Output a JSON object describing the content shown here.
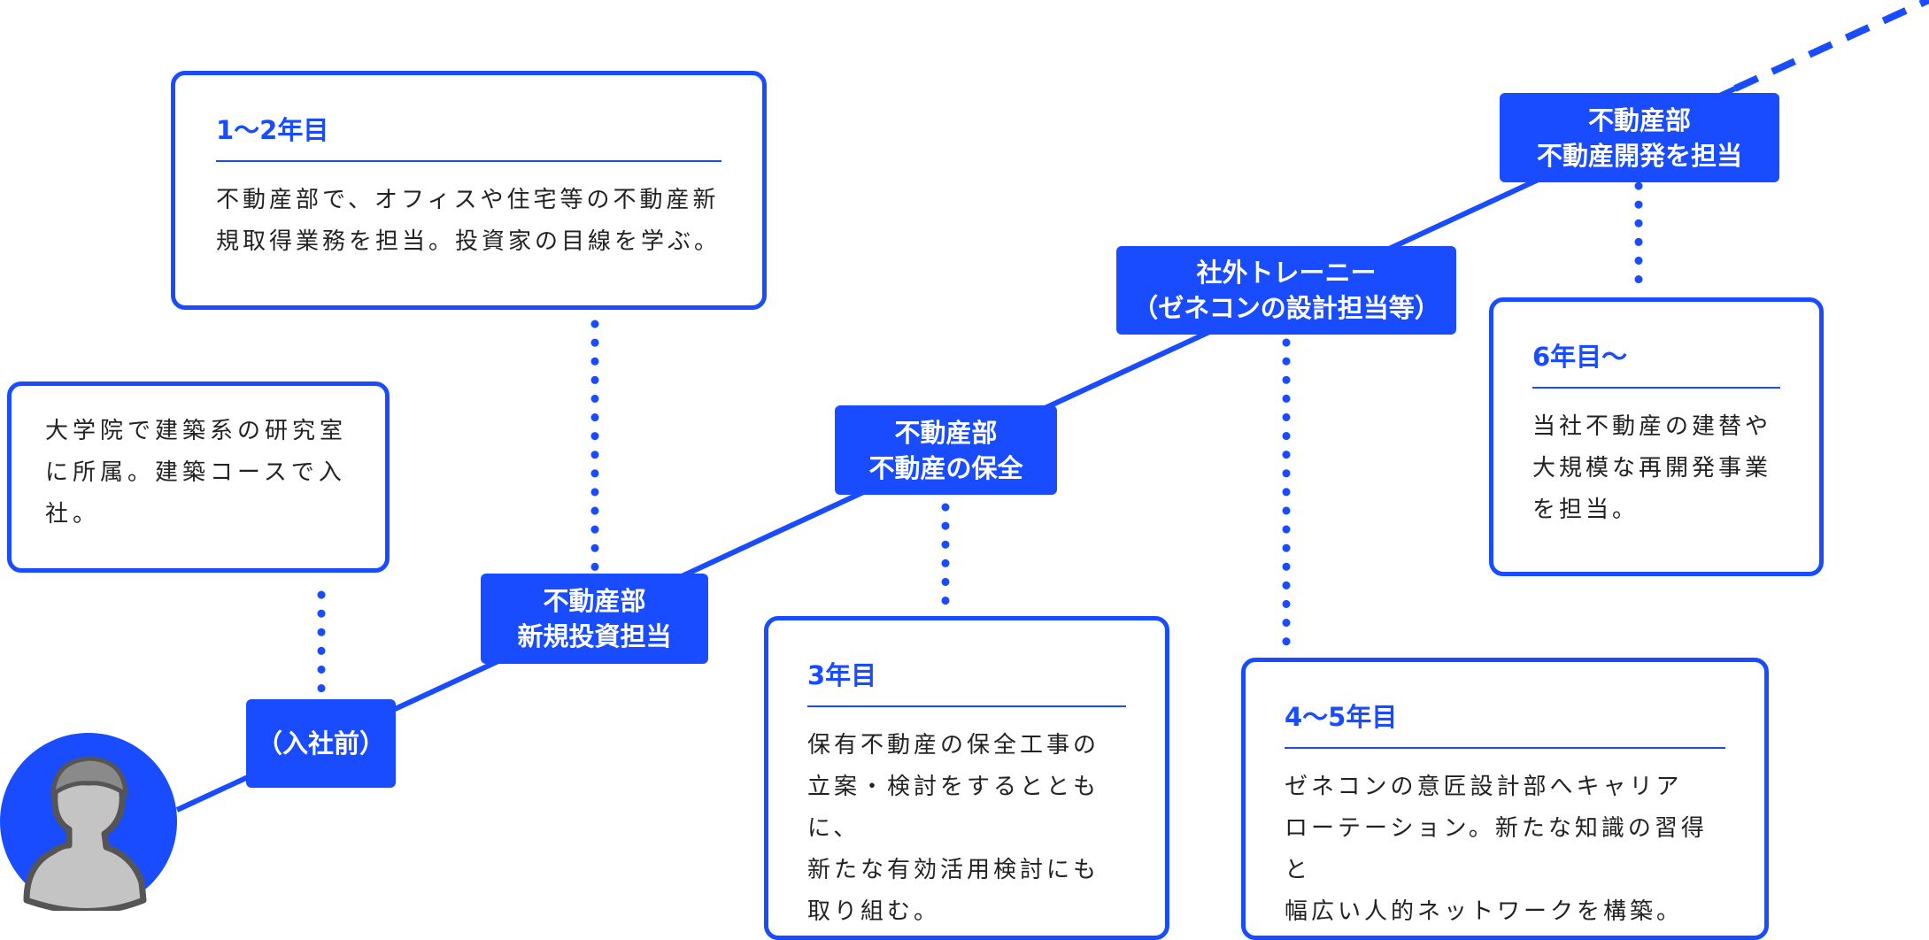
{
  "colors": {
    "accent": "#1a4cff",
    "avatar_fill": "#c4c4c4",
    "avatar_stroke": "#555555"
  },
  "icons": {
    "avatar": "person-avatar-icon"
  },
  "stages": {
    "pre": [
      "（入社前）"
    ],
    "s1": [
      "不動産部",
      "新規投資担当"
    ],
    "s2": [
      "不動産部",
      "不動産の保全"
    ],
    "s3": [
      "社外トレーニー",
      "（ゼネコンの設計担当等）"
    ],
    "s4": [
      "不動産部",
      "不動産開発を担当"
    ]
  },
  "cards": {
    "pre": {
      "title": "",
      "lines": [
        "大学院で建築系の研究室",
        "に所属。建築コースで入",
        "社。"
      ]
    },
    "y12": {
      "title": "1〜2年目",
      "lines": [
        "不動産部で、オフィスや住宅等の不動産新",
        "規取得業務を担当。投資家の目線を学ぶ。"
      ]
    },
    "y3": {
      "title": "3年目",
      "lines": [
        "保有不動産の保全工事の",
        "立案・検討をするとともに、",
        "新たな有効活用検討にも",
        "取り組む。"
      ]
    },
    "y45": {
      "title": "4〜5年目",
      "lines": [
        "ゼネコンの意匠設計部へキャリア",
        "ローテーション。新たな知識の習得と",
        "幅広い人的ネットワークを構築。"
      ]
    },
    "y6": {
      "title": "6年目〜",
      "lines": [
        "当社不動産の建替や",
        "大規模な再開発事業",
        "を担当。"
      ]
    }
  }
}
